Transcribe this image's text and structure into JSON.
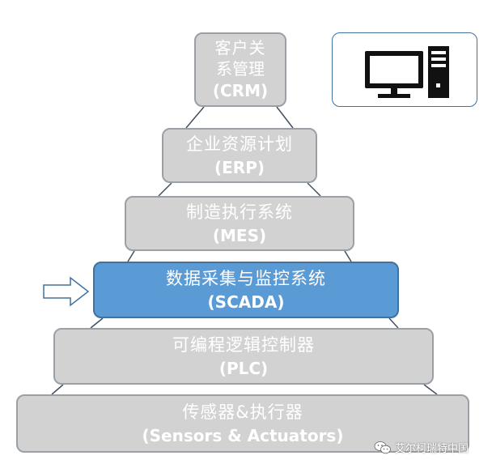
{
  "tiers": {
    "crm": {
      "line1": "客户关",
      "line1b": "系管理",
      "line2": "(CRM)"
    },
    "erp": {
      "line1": "企业资源计划",
      "line2": "(ERP)"
    },
    "mes": {
      "line1": "制造执行系统",
      "line2": "(MES)"
    },
    "scada": {
      "line1": "数据采集与监控系统",
      "line2": "(SCADA)"
    },
    "plc": {
      "line1": "可编程逻辑控制器",
      "line2": "(PLC)"
    },
    "sensors": {
      "line1": "传感器&执行器",
      "line2": "(Sensors & Actuators)"
    }
  },
  "watermark": {
    "text": "艾尔柯瑞特中国"
  },
  "colors": {
    "tier_fill": "#d2d2d2",
    "tier_border": "#9aa0a6",
    "highlight_fill": "#5b9bd5",
    "highlight_border": "#41719c",
    "connector": "#41505f"
  },
  "icons": [
    "desktop-computer-icon",
    "right-arrow-icon",
    "wechat-icon"
  ]
}
